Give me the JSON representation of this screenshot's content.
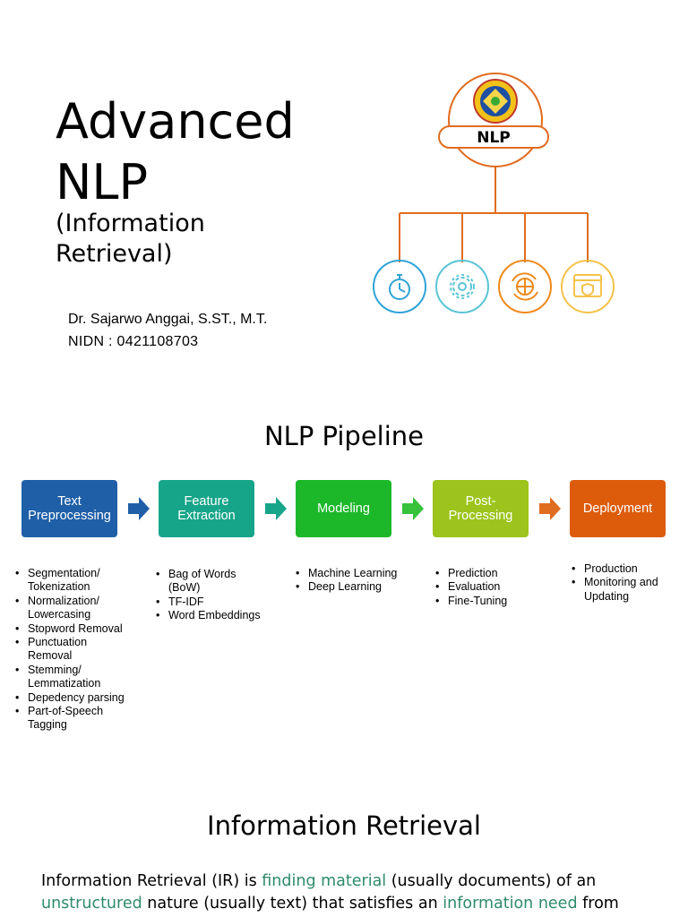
{
  "title": {
    "line1": "Advanced",
    "line2": "NLP",
    "sub1": "(Information",
    "sub2": "Retrieval)"
  },
  "author": {
    "name": "Dr. Sajarwo Anggai, S.ST., M.T.",
    "nidn": "NIDN : 0421108703"
  },
  "logo": {
    "label": "NLP",
    "line_color": "#e06c1f",
    "icons": [
      {
        "name": "stopwatch-icon",
        "color": "#2fa3d8"
      },
      {
        "name": "gear-icon",
        "color": "#5bc4d6"
      },
      {
        "name": "refresh-globe-icon",
        "color": "#ee8a1c"
      },
      {
        "name": "browser-shield-icon",
        "color": "#f4c24a"
      }
    ]
  },
  "pipeline": {
    "title": "NLP Pipeline",
    "stages": [
      {
        "label_lines": [
          "Text",
          "Preprocessing"
        ],
        "color": "#1f5fa8",
        "bullets": [
          "Segmentation/\nTokenization",
          "Normalization/\nLowercasing",
          "Stopword Removal",
          "Punctuation\nRemoval",
          "Stemming/\nLemmatization",
          "Depedency parsing",
          "Part-of-Speech\nTagging"
        ]
      },
      {
        "label_lines": [
          "Feature",
          "Extraction"
        ],
        "color": "#17a589",
        "bullets": [
          "Bag of Words\n(BoW)",
          "TF-IDF",
          "Word Embeddings"
        ]
      },
      {
        "label_lines": [
          "Modeling"
        ],
        "color": "#1cb82a",
        "bullets": [
          "Machine Learning",
          "Deep Learning"
        ]
      },
      {
        "label_lines": [
          "Post-",
          "Processing"
        ],
        "color": "#9cc41c",
        "bullets": [
          "Prediction",
          "Evaluation",
          "Fine-Tuning"
        ]
      },
      {
        "label_lines": [
          "Deployment"
        ],
        "color": "#dd5c0b",
        "bullets": [
          "Production",
          "Monitoring and\nUpdating"
        ]
      }
    ],
    "arrow_colors": [
      "#1f5fa8",
      "#17a589",
      "#36c23b",
      "#e06c1f"
    ]
  },
  "ir": {
    "title": "Information Retrieval",
    "segments": [
      {
        "text": "Information Retrieval (IR) is ",
        "highlight": false
      },
      {
        "text": "finding material",
        "highlight": true
      },
      {
        "text": " (usually documents) of an ",
        "highlight": false
      },
      {
        "text": "unstructured",
        "highlight": true
      },
      {
        "text": " nature (usually text) that satisfies an ",
        "highlight": false
      },
      {
        "text": "information need",
        "highlight": true
      },
      {
        "text": " from",
        "highlight": false
      }
    ],
    "highlight_color": "#2e8b6b"
  }
}
